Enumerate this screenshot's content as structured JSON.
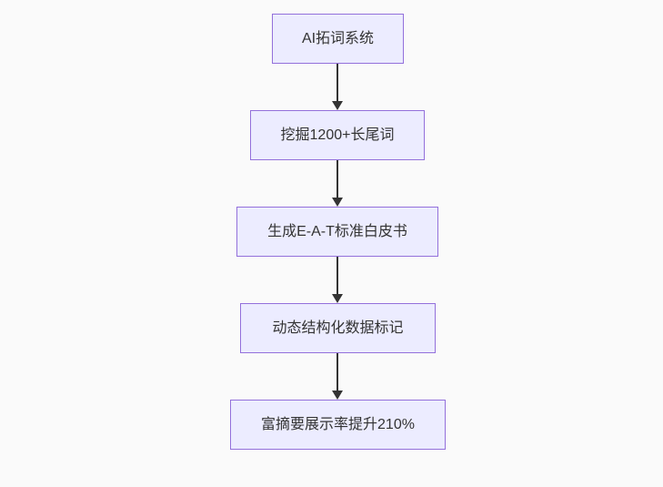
{
  "diagram": {
    "type": "flowchart-vertical",
    "nodes": [
      {
        "id": "n1",
        "label": "AI拓词系统"
      },
      {
        "id": "n2",
        "label": "挖掘1200+长尾词"
      },
      {
        "id": "n3",
        "label": "生成E-A-T标准白皮书"
      },
      {
        "id": "n4",
        "label": "动态结构化数据标记"
      },
      {
        "id": "n5",
        "label": "富摘要展示率提升210%"
      }
    ],
    "edges": [
      {
        "from": "n1",
        "to": "n2"
      },
      {
        "from": "n2",
        "to": "n3"
      },
      {
        "from": "n3",
        "to": "n4"
      },
      {
        "from": "n4",
        "to": "n5"
      }
    ],
    "colors": {
      "background": "#fafafa",
      "node_fill": "#ececff",
      "node_border": "#9370db",
      "arrow": "#333333",
      "text": "#333333"
    }
  }
}
